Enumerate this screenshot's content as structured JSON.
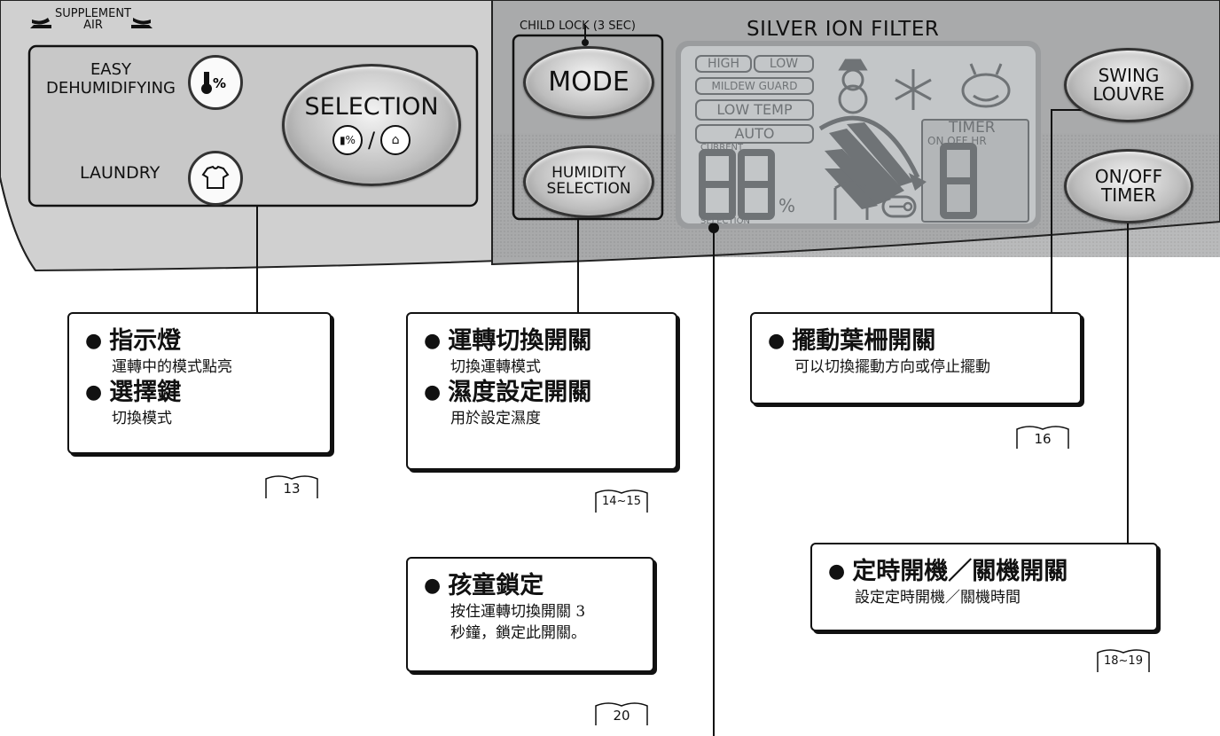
{
  "panel": {
    "supplement_air_line1": "SUPPLEMENT",
    "supplement_air_line2": "AIR",
    "easy_dehumidifying": "EASY\nDEHUMIDIFYING",
    "laundry": "LAUNDRY",
    "selection_button": "SELECTION",
    "selection_sep": "/",
    "child_lock": "CHILD LOCK (3 SEC)",
    "mode_button": "MODE",
    "humidity_selection_button": "HUMIDITY\nSELECTION",
    "silver_ion_filter": "SILVER ION FILTER",
    "swing_louvre_button": "SWING\nLOUVRE",
    "on_off_timer_button": "ON/OFF\nTIMER"
  },
  "lcd": {
    "high": "HIGH",
    "low": "LOW",
    "mildew_guard": "MILDEW GUARD",
    "low_temp": "LOW TEMP",
    "auto": "AUTO",
    "current": "CURRENT",
    "selection": "SELECTION",
    "percent": "%",
    "timer": "TIMER",
    "on_off_hr": "ON OFF HR"
  },
  "callouts": {
    "indicator": {
      "title1": "指示燈",
      "sub1": "運轉中的模式點亮",
      "title2": "選擇鍵",
      "sub2": "切換模式",
      "page": "13"
    },
    "mode": {
      "title1": "運轉切換開關",
      "sub1": "切換運轉模式",
      "title2": "濕度設定開關",
      "sub2": "用於設定濕度",
      "page": "14~15"
    },
    "child_lock": {
      "title": "孩童鎖定",
      "sub1": "按住運轉切換開關 3",
      "sub2": "秒鐘，鎖定此開關。",
      "page": "20"
    },
    "swing": {
      "title": "擺動葉柵開關",
      "sub": "可以切換擺動方向或停止擺動",
      "page": "16"
    },
    "timer": {
      "title": "定時開機／關機開關",
      "sub": "設定定時開機／關機時間",
      "page": "18~19"
    }
  },
  "colors": {
    "panel_left": "#d2d2d2",
    "panel_right": "#a8a9aa",
    "lcd_bg": "#c3c6c8",
    "lcd_segment": "#6f7376"
  }
}
